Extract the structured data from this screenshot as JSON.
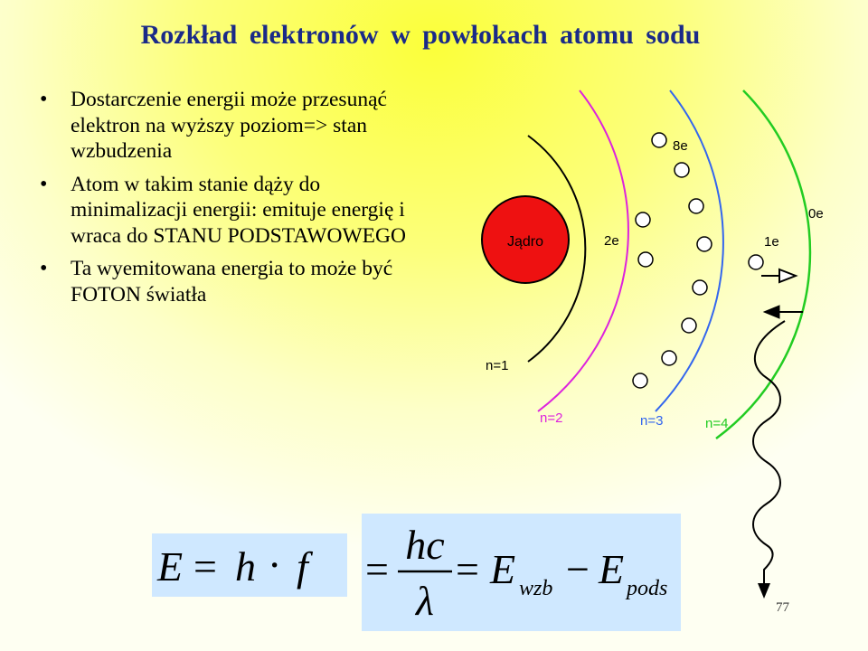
{
  "slide": {
    "title": "Rozkład elektronów w powłokach atomu sodu",
    "bullets": [
      "Dostarczenie energii może przesunąć elektron na wyższy poziom=> stan wzbudzenia",
      "Atom w takim stanie dąży do minimalizacji energii: emituje energię i wraca do STANU PODSTAWOWEGO",
      "Ta wyemitowana energia to może być FOTON  światła"
    ],
    "page_number": "77"
  },
  "diagram": {
    "nucleus_label": "Jądro",
    "electron_labels": {
      "shell1": "2e",
      "shell2": "8e",
      "shell3": "1e",
      "shell4": "0e"
    },
    "shell_labels": {
      "n1": "n=1",
      "n2": "n=2",
      "n3": "n=3",
      "n4": "n=4"
    },
    "colors": {
      "nucleus": "#ee1111",
      "shell1": "#000000",
      "shell2": "#dd22dd",
      "shell3": "#3366ee",
      "shell4": "#22cc22"
    }
  },
  "equations": {
    "eq1": {
      "E": "E",
      "eq": "=",
      "h": "h",
      "dot": "·",
      "f": "f"
    },
    "eq2": {
      "eq1": "=",
      "num": "hc",
      "den": "λ",
      "eq2": "=",
      "E1": "E",
      "sub1": "wzb",
      "minus": "−",
      "E2": "E",
      "sub2": "pods"
    }
  }
}
